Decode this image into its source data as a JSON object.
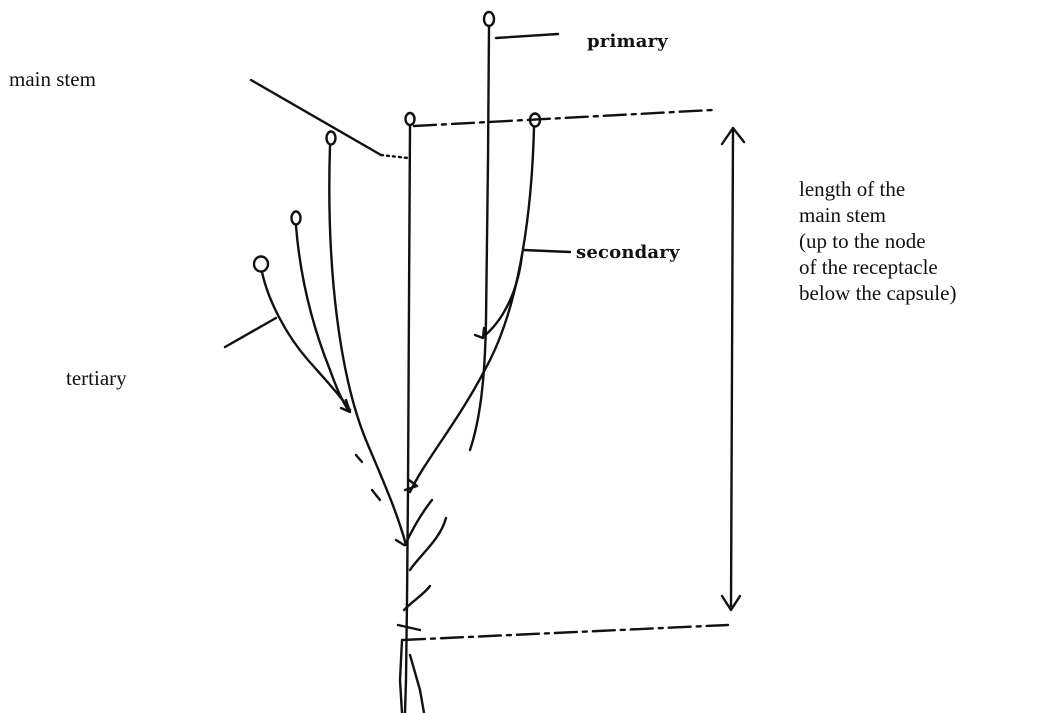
{
  "labels": {
    "main_stem": "main stem",
    "primary": "primary",
    "secondary": "secondary",
    "tertiary": "tertiary",
    "length_lines": [
      "length of the",
      "main stem",
      "(up to the node",
      "of the receptacle",
      "below the capsule)"
    ]
  },
  "colors": {
    "ink": "#111111",
    "background": "#ffffff"
  }
}
